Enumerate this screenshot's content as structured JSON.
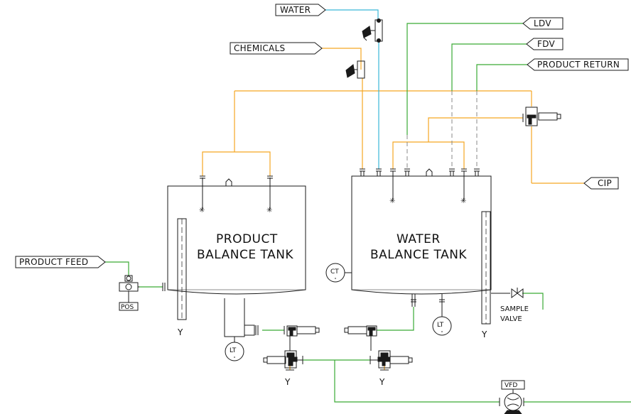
{
  "colors": {
    "orange": "#f5a623",
    "green": "#3aaa35",
    "cyan": "#3ab7d8",
    "ink": "#1a1a1a"
  },
  "tags": {
    "water": "WATER",
    "chemicals": "CHEMICALS",
    "ldv": "LDV",
    "fdv": "FDV",
    "product_return": "PRODUCT RETURN",
    "cip": "CIP",
    "product_feed": "PRODUCT FEED"
  },
  "tanks": {
    "product": {
      "line1": "PRODUCT",
      "line2": "BALANCE TANK"
    },
    "water": {
      "line1": "WATER",
      "line2": "BALANCE TANK"
    }
  },
  "instruments": {
    "ct": "CT",
    "lt_product": "LT",
    "lt_water": "LT",
    "pos": "POS",
    "vfd": "VFD"
  },
  "sample_valve": {
    "line1": "SAMPLE",
    "line2": "VALVE"
  }
}
